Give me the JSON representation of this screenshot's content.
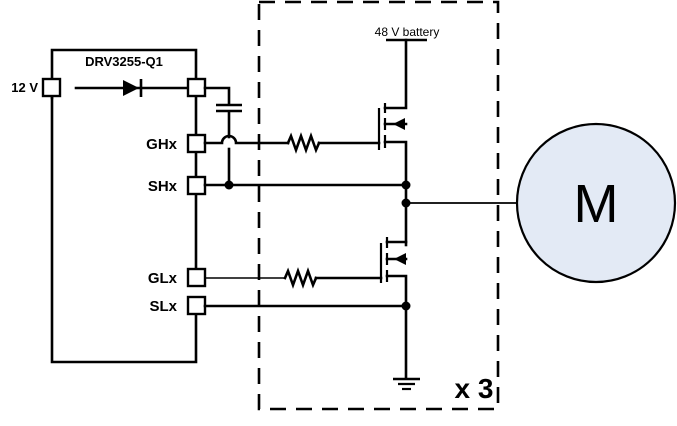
{
  "diagram": {
    "chip": {
      "name": "DRV3255-Q1",
      "pins": {
        "supply": "12 V",
        "gh": "GHx",
        "sh": "SHx",
        "gl": "GLx",
        "sl": "SLx"
      }
    },
    "supply_label": "48 V battery",
    "motor_label": "M",
    "multiplier_label": "x 3",
    "colors": {
      "motor_fill": "#e3eaf5",
      "line": "#000000"
    }
  }
}
